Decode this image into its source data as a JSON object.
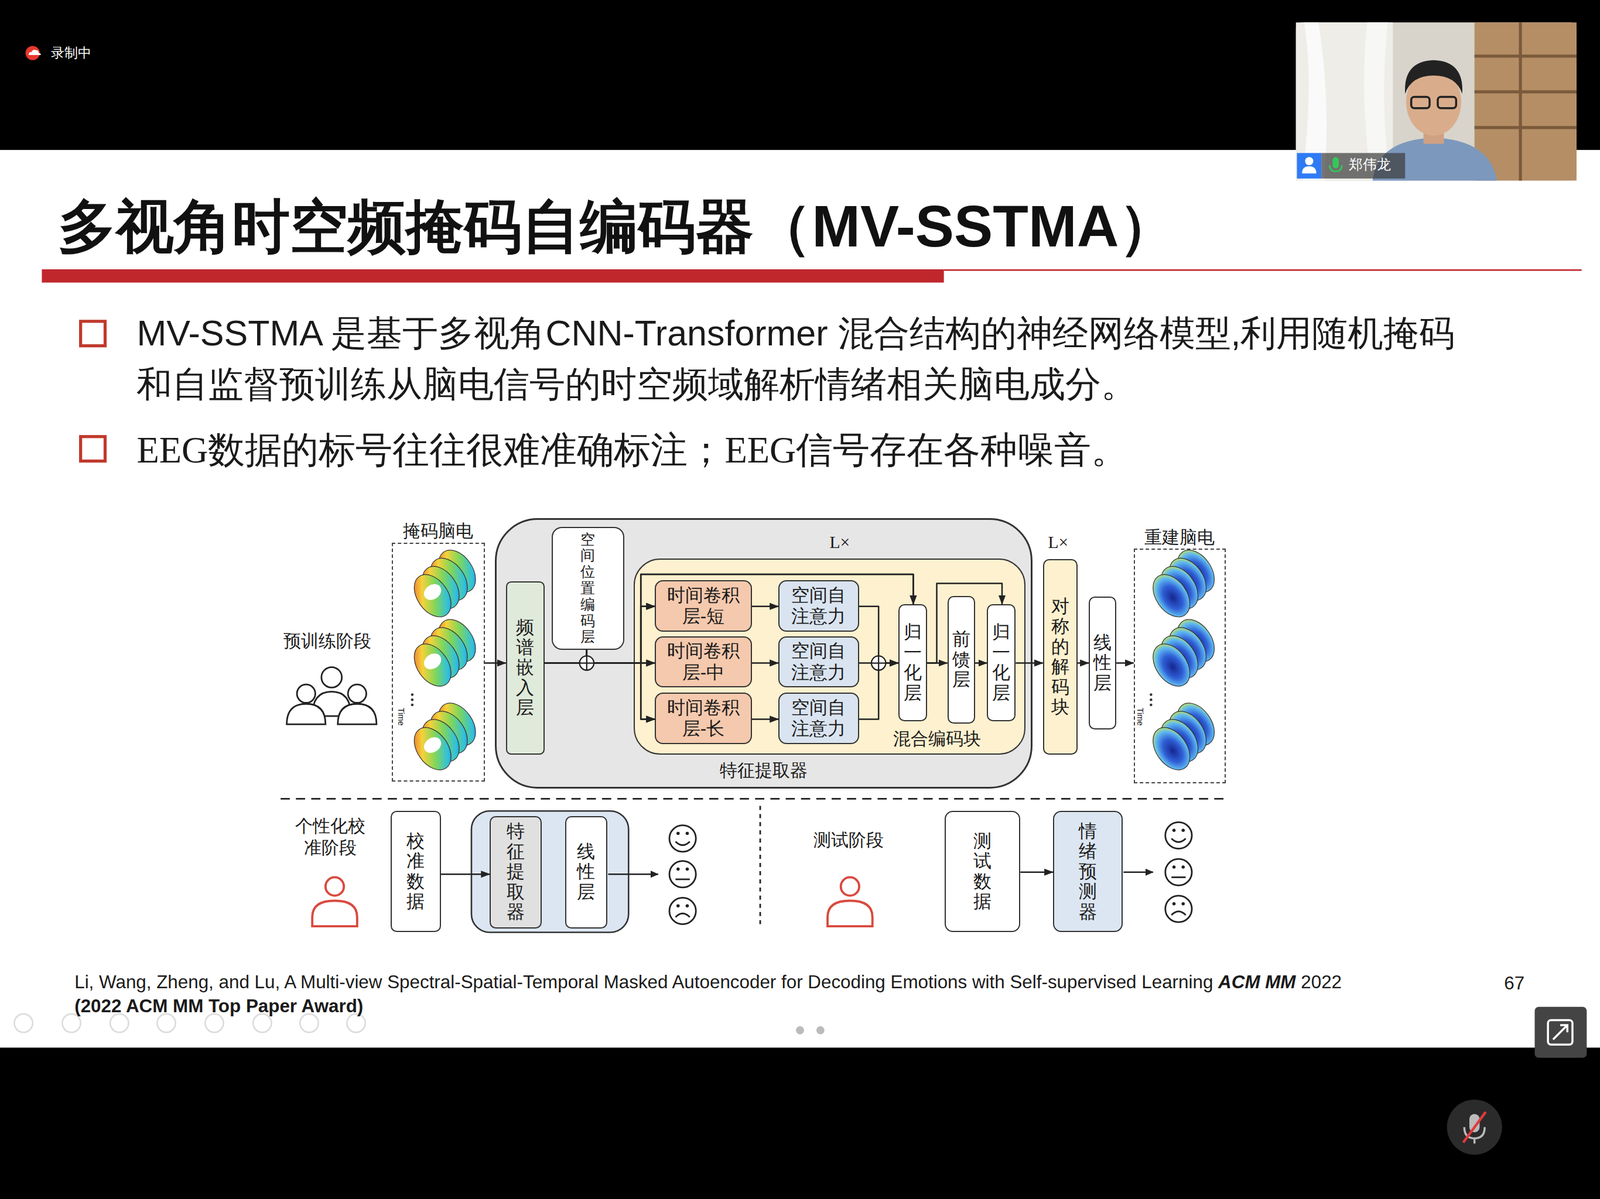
{
  "diagram": {
    "title": "多视角时空频掩码自编码器（MV-SSTMA）",
    "nodes": [
      {
        "text": [
          "掩码脑电"
        ]
      },
      {
        "text": [
          "特征提取器"
        ]
      },
      {
        "text": [
          "频谱嵌入层"
        ],
        "in": 1
      },
      {
        "text": [
          "空间位置编码层"
        ],
        "in": 1
      },
      {
        "text": [
          "混合编码块"
        ],
        "in": 1
      },
      {
        "text": [
          "时间卷积层-短"
        ],
        "in": 4
      },
      {
        "text": [
          "空间自注意力"
        ],
        "in": 4
      },
      {
        "text": [
          "时间卷积层-中"
        ],
        "in": 4
      },
      {
        "text": [
          "空间自注意力"
        ],
        "in": 4
      },
      {
        "text": [
          "时间卷积层-长"
        ],
        "in": 4
      },
      {
        "text": [
          "空间自注意力"
        ],
        "in": 4
      },
      {
        "text": [
          "归一化层"
        ],
        "in": 4
      },
      {
        "text": [
          "前馈层"
        ],
        "in": 4
      },
      {
        "text": [
          "归一化层"
        ],
        "in": 4
      },
      {
        "text": [
          "对称的解码块"
        ]
      },
      {
        "text": [
          "线性层"
        ]
      },
      {
        "text": [
          "重建脑电"
        ]
      },
      {
        "text": [
          "校准数据"
        ]
      },
      {
        "text": [
          "特征提取器"
        ]
      },
      {
        "text": [
          "线性层"
        ]
      },
      {
        "text": [
          "测试数据"
        ]
      },
      {
        "text": [
          "情绪预测器"
        ]
      }
    ],
    "edges": [
      {
        "from": 0,
        "to": 2,
        "arrow": "to"
      },
      {
        "from": 2,
        "to": 5,
        "arrow": "to"
      },
      {
        "from": 2,
        "to": 7,
        "arrow": "to"
      },
      {
        "from": 2,
        "to": 9,
        "arrow": "to"
      },
      {
        "from": 3,
        "to": 5,
        "arrow": "to"
      },
      {
        "from": 3,
        "to": 7,
        "arrow": "to"
      },
      {
        "from": 3,
        "to": 9,
        "arrow": "to"
      },
      {
        "from": 5,
        "to": 6,
        "arrow": "to"
      },
      {
        "from": 7,
        "to": 8,
        "arrow": "to"
      },
      {
        "from": 9,
        "to": 10,
        "arrow": "to"
      },
      {
        "from": 6,
        "to": 11,
        "arrow": "to"
      },
      {
        "from": 8,
        "to": 11,
        "arrow": "to"
      },
      {
        "from": 10,
        "to": 11,
        "arrow": "to"
      },
      {
        "from": 2,
        "to": 11,
        "arrow": "to"
      },
      {
        "from": 3,
        "to": 11,
        "arrow": "to"
      },
      {
        "from": 11,
        "to": 12,
        "arrow": "to"
      },
      {
        "from": 12,
        "to": 13,
        "arrow": "to"
      },
      {
        "from": 11,
        "to": 13,
        "arrow": "to"
      },
      {
        "from": 13,
        "to": 14,
        "arrow": "to"
      },
      {
        "from": 14,
        "to": 15,
        "arrow": "to"
      },
      {
        "from": 15,
        "to": 16,
        "arrow": "to"
      },
      {
        "from": 17,
        "to": 18,
        "arrow": "to"
      },
      {
        "from": 20,
        "to": 21,
        "arrow": "to"
      }
    ],
    "labels": [
      "录制中",
      "郑伟龙",
      "MV-SSTMA 是基于多视角CNN-Transformer 混合结构的神经网络模型,利用随机掩码和自监督预训练从脑电信号的时空频域解析情绪相关脑电成分。",
      "EEG数据的标号往往很难准确标注；EEG信号存在各种噪音。",
      "预训练阶段",
      "L×",
      "L×",
      "Time",
      "Time",
      "个性化校准阶段",
      "测试阶段",
      "Li, Wang, Zheng, and Lu, A Multi-view Spectral-Spatial-Temporal Masked Autoencoder for Decoding Emotions with Self-supervised Learning",
      "ACM MM",
      "2022",
      "(2022 ACM MM Top Paper Award)",
      "67"
    ]
  }
}
